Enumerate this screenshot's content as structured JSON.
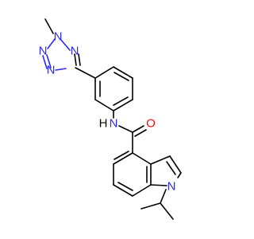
{
  "molecule": {
    "atoms": [
      {
        "id": "Me",
        "label": "",
        "element": "C"
      },
      {
        "id": "N2",
        "label": "N",
        "element": "N"
      },
      {
        "id": "N1",
        "label": "N",
        "element": "N"
      },
      {
        "id": "N4",
        "label": "N",
        "element": "N"
      },
      {
        "id": "N3",
        "label": "N",
        "element": "N"
      },
      {
        "id": "C5",
        "label": "",
        "element": "C"
      },
      {
        "id": "NH",
        "label": "N",
        "element": "N"
      },
      {
        "id": "H",
        "label": "H",
        "element": "H"
      },
      {
        "id": "O",
        "label": "O",
        "element": "O"
      },
      {
        "id": "Nin",
        "label": "N",
        "element": "N"
      }
    ],
    "colors": {
      "carbon": "#000000",
      "nitrogen": "#2a2aff",
      "oxygen": "#ff0d0d",
      "background": "#ffffff"
    }
  }
}
